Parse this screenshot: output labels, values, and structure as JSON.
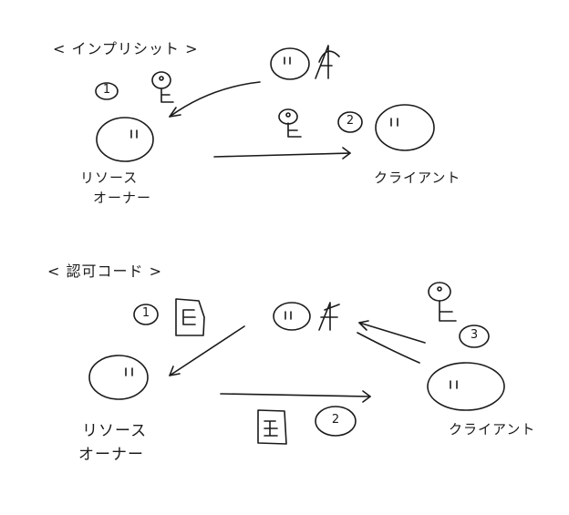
{
  "sections": [
    {
      "heading": "< インプリシット >",
      "resource_owner_label": [
        "リソース",
        "オーナー"
      ],
      "client_label": "クライアント",
      "steps": [
        "1",
        "2"
      ]
    },
    {
      "heading": "< 認可コード >",
      "resource_owner_label": [
        "リソース",
        "オーナー"
      ],
      "client_label": "クライアント",
      "steps": [
        "1",
        "2",
        "3"
      ]
    }
  ]
}
